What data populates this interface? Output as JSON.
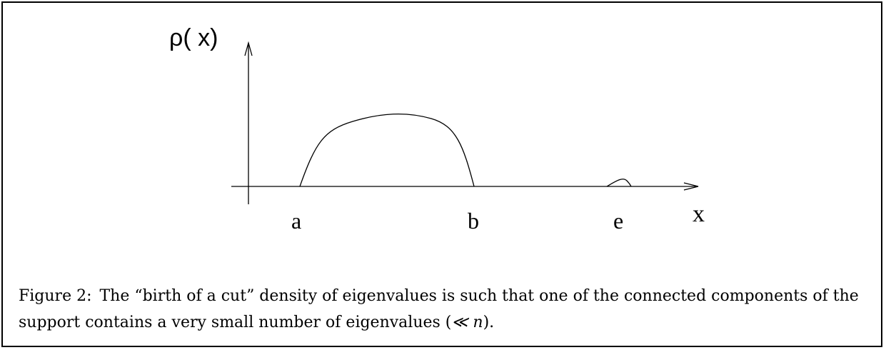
{
  "figure": {
    "y_label": "ρ( x)",
    "x_label": "x",
    "points": {
      "a": "a",
      "b": "b",
      "e": "e"
    }
  },
  "caption": {
    "lead": "Figure 2:",
    "text_before_math": "The “birth of a cut” density of eigenvalues is such that one of the connected components of the support contains a very small number of eigenvalues (",
    "math": "≪ n",
    "text_after_math": ")."
  }
}
